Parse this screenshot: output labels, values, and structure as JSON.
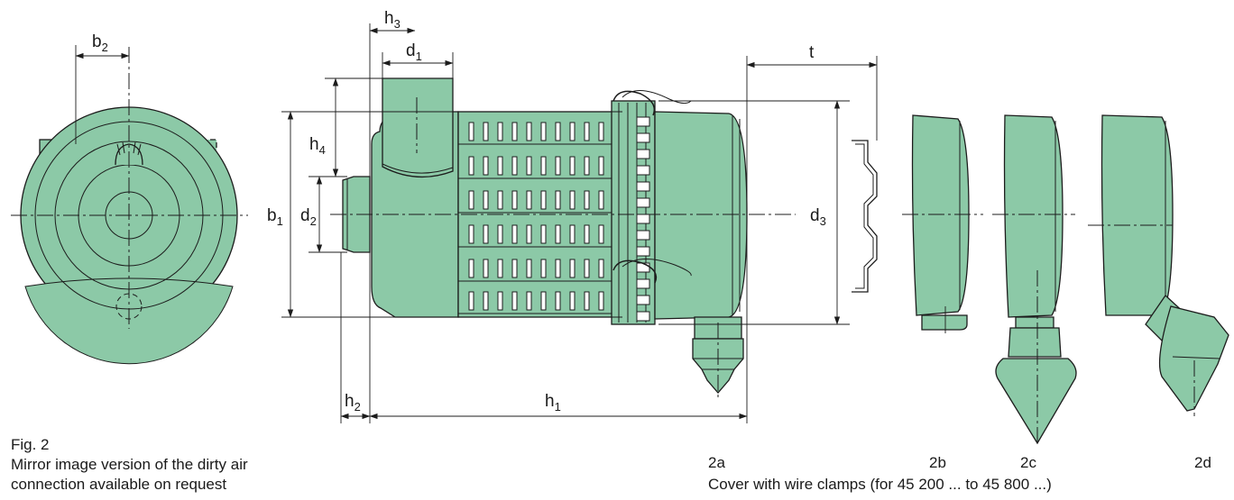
{
  "figure": {
    "label": "Fig. 2",
    "note_line1": "Mirror image version of the dirty air",
    "note_line2": "connection available on request",
    "variant_labels": {
      "a": "2a",
      "b": "2b",
      "c": "2c",
      "d": "2d"
    },
    "cover_note": "Cover with wire clamps (for 45 200 ... to 45 800 ...)"
  },
  "dimensions": {
    "b2": {
      "base": "b",
      "sub": "2"
    },
    "h3": {
      "base": "h",
      "sub": "3"
    },
    "d1": {
      "base": "d",
      "sub": "1"
    },
    "t": {
      "base": "t",
      "sub": ""
    },
    "h4": {
      "base": "h",
      "sub": "4"
    },
    "b1": {
      "base": "b",
      "sub": "1"
    },
    "d2": {
      "base": "d",
      "sub": "2"
    },
    "d3": {
      "base": "d",
      "sub": "3"
    },
    "h2": {
      "base": "h",
      "sub": "2"
    },
    "h1": {
      "base": "h",
      "sub": "1"
    }
  },
  "colors": {
    "body_fill": "#8cc9a7",
    "outline": "#1c1c1c",
    "background": "#ffffff"
  }
}
